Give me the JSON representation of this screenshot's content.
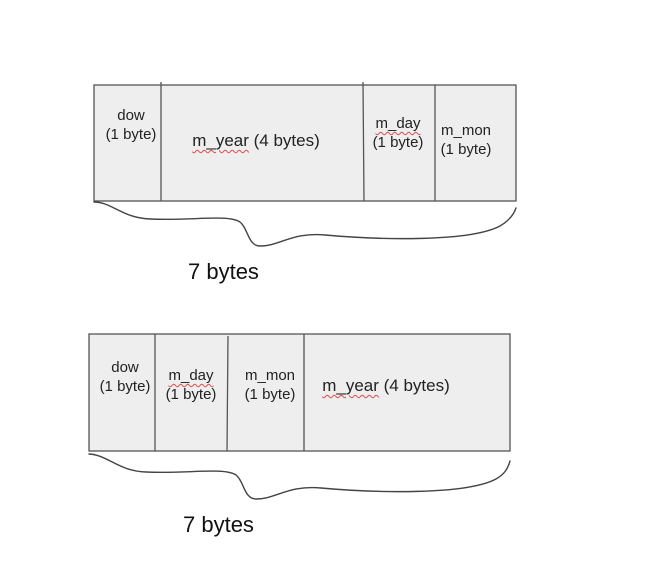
{
  "colors": {
    "box_fill": "#eeeeee",
    "box_stroke": "#555555",
    "brace_stroke": "#444444",
    "squiggle": "#e04a4a"
  },
  "layouts": [
    {
      "fields": [
        {
          "name": "dow",
          "size": "(1 byte)"
        },
        {
          "name": "m_year",
          "size": "(4 bytes)"
        },
        {
          "name": "m_day",
          "size": "(1 byte)"
        },
        {
          "name": "m_mon",
          "size": "(1 byte)"
        }
      ],
      "total_label": "7 bytes"
    },
    {
      "fields": [
        {
          "name": "dow",
          "size": "(1 byte)"
        },
        {
          "name": "m_day",
          "size": "(1 byte)"
        },
        {
          "name": "m_mon",
          "size": "(1 byte)"
        },
        {
          "name": "m_year",
          "size": "(4 bytes)"
        }
      ],
      "total_label": "7 bytes"
    }
  ]
}
